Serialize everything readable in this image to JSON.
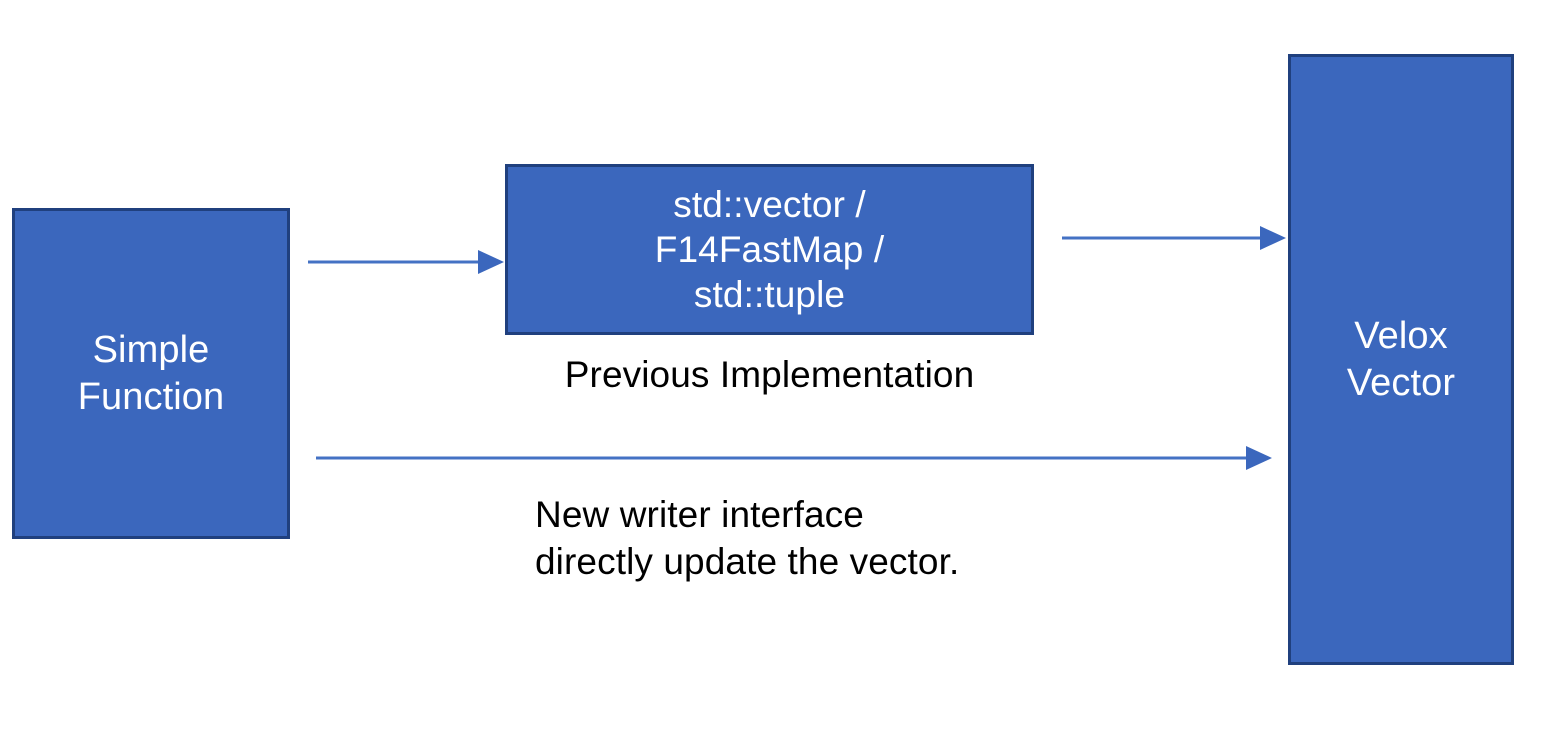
{
  "diagram": {
    "title": "Simple Function writer interface comparison",
    "background_color": "#FFFFFF",
    "box_fill_color": "#3B67BD",
    "box_border_color": "#20407E",
    "box_text_color": "#FFFFFF",
    "caption_text_color": "#000000",
    "arrow_color": "#4472C4"
  },
  "boxes": {
    "simple_function": {
      "label": "Simple\nFunction"
    },
    "previous_impl": {
      "label": "std::vector /\nF14FastMap /\nstd::tuple"
    },
    "velox_vector": {
      "label": "Velox\nVector"
    }
  },
  "captions": {
    "previous_implementation": "Previous Implementation",
    "new_writer_interface": "New writer interface\ndirectly update the vector."
  },
  "arrows": [
    {
      "name": "arrow-function-to-previous",
      "from": "simple_function",
      "to": "previous_impl",
      "direction": "right",
      "length": 192
    },
    {
      "name": "arrow-previous-to-velox",
      "from": "previous_impl",
      "to": "velox_vector",
      "direction": "right",
      "length": 224
    },
    {
      "name": "arrow-function-to-velox",
      "from": "simple_function",
      "to": "velox_vector",
      "direction": "right",
      "length": 958
    }
  ]
}
